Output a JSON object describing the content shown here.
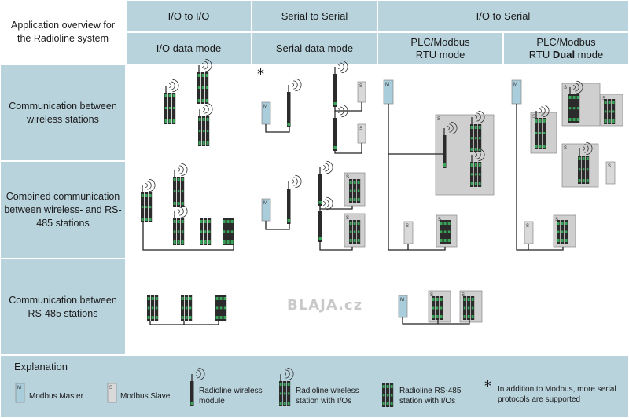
{
  "header": {
    "corner": "Application overview for the Radioline system",
    "groups": [
      "I/O to I/O",
      "Serial to Serial",
      "I/O to Serial"
    ],
    "modes": [
      "I/O data mode",
      "Serial data mode"
    ],
    "plc_mode_line1": "PLC/Modbus",
    "plc_mode_line2": "RTU mode",
    "plc_dual_line1": "PLC/Modbus",
    "plc_dual_prefix": "RTU ",
    "plc_dual_bold": "Dual",
    "plc_dual_suffix": " mode"
  },
  "rows": [
    "Communication between wireless stations",
    "Combined communication between wireless- and RS-485 stations",
    "Communication between RS-485 stations"
  ],
  "symbols": {
    "asterisk": "*",
    "master_letter": "M",
    "slave_letter": "S"
  },
  "watermark": "BLAJA.cz",
  "legend": {
    "title": "Explanation",
    "master": "Modbus Master",
    "slave": "Modbus Slave",
    "wireless_module": "Radioline wireless module",
    "wireless_station": "Radioline wireless station with I/Os",
    "rs485_station": "Radioline RS-485 station with I/Os",
    "note": "In addition to Modbus, more serial protocols are supported"
  },
  "colors": {
    "grid_blue": "#b9d3dd",
    "device_green": "#3aa55a",
    "device_dark": "#2b2b2b",
    "master_blue": "#a9cddb",
    "slave_gray": "#d9d9d9",
    "group_gray": "#cfcfcf"
  }
}
